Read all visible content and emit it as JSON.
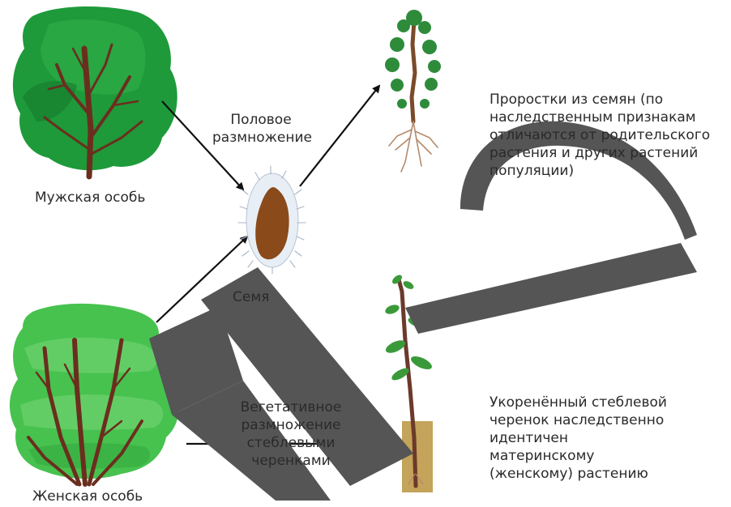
{
  "labels": {
    "male": "Мужская особь",
    "female": "Женская особь",
    "sexual": [
      "Половое",
      "размножение"
    ],
    "seed": "Семя",
    "vegetative": [
      "Вегетативное",
      "размножение",
      "стеблевыми",
      "черенками"
    ],
    "seedlings": [
      "Проростки из семян (по",
      "наследственным признакам",
      "отличаются от родительского",
      "растения и других растений",
      "популяции)"
    ],
    "cutting": [
      "Укоренённый стеблевой",
      "черенок наследственно",
      "идентичен",
      "материнскому",
      "(женскому) растению"
    ]
  },
  "icons": {
    "male_tree": "tree-icon",
    "female_tree": "bush-icon",
    "seed": "seed-icon",
    "seedling": "seedling-icon",
    "cutting": "cutting-icon"
  },
  "colors": {
    "watermark": "#555555",
    "arrow": "#111111",
    "male_foliage": "#1e9a3a",
    "female_foliage": "#47c24f",
    "trunk": "#6b2e1e",
    "seed_body": "#8a4a1a",
    "soil": "#c4a35a"
  }
}
